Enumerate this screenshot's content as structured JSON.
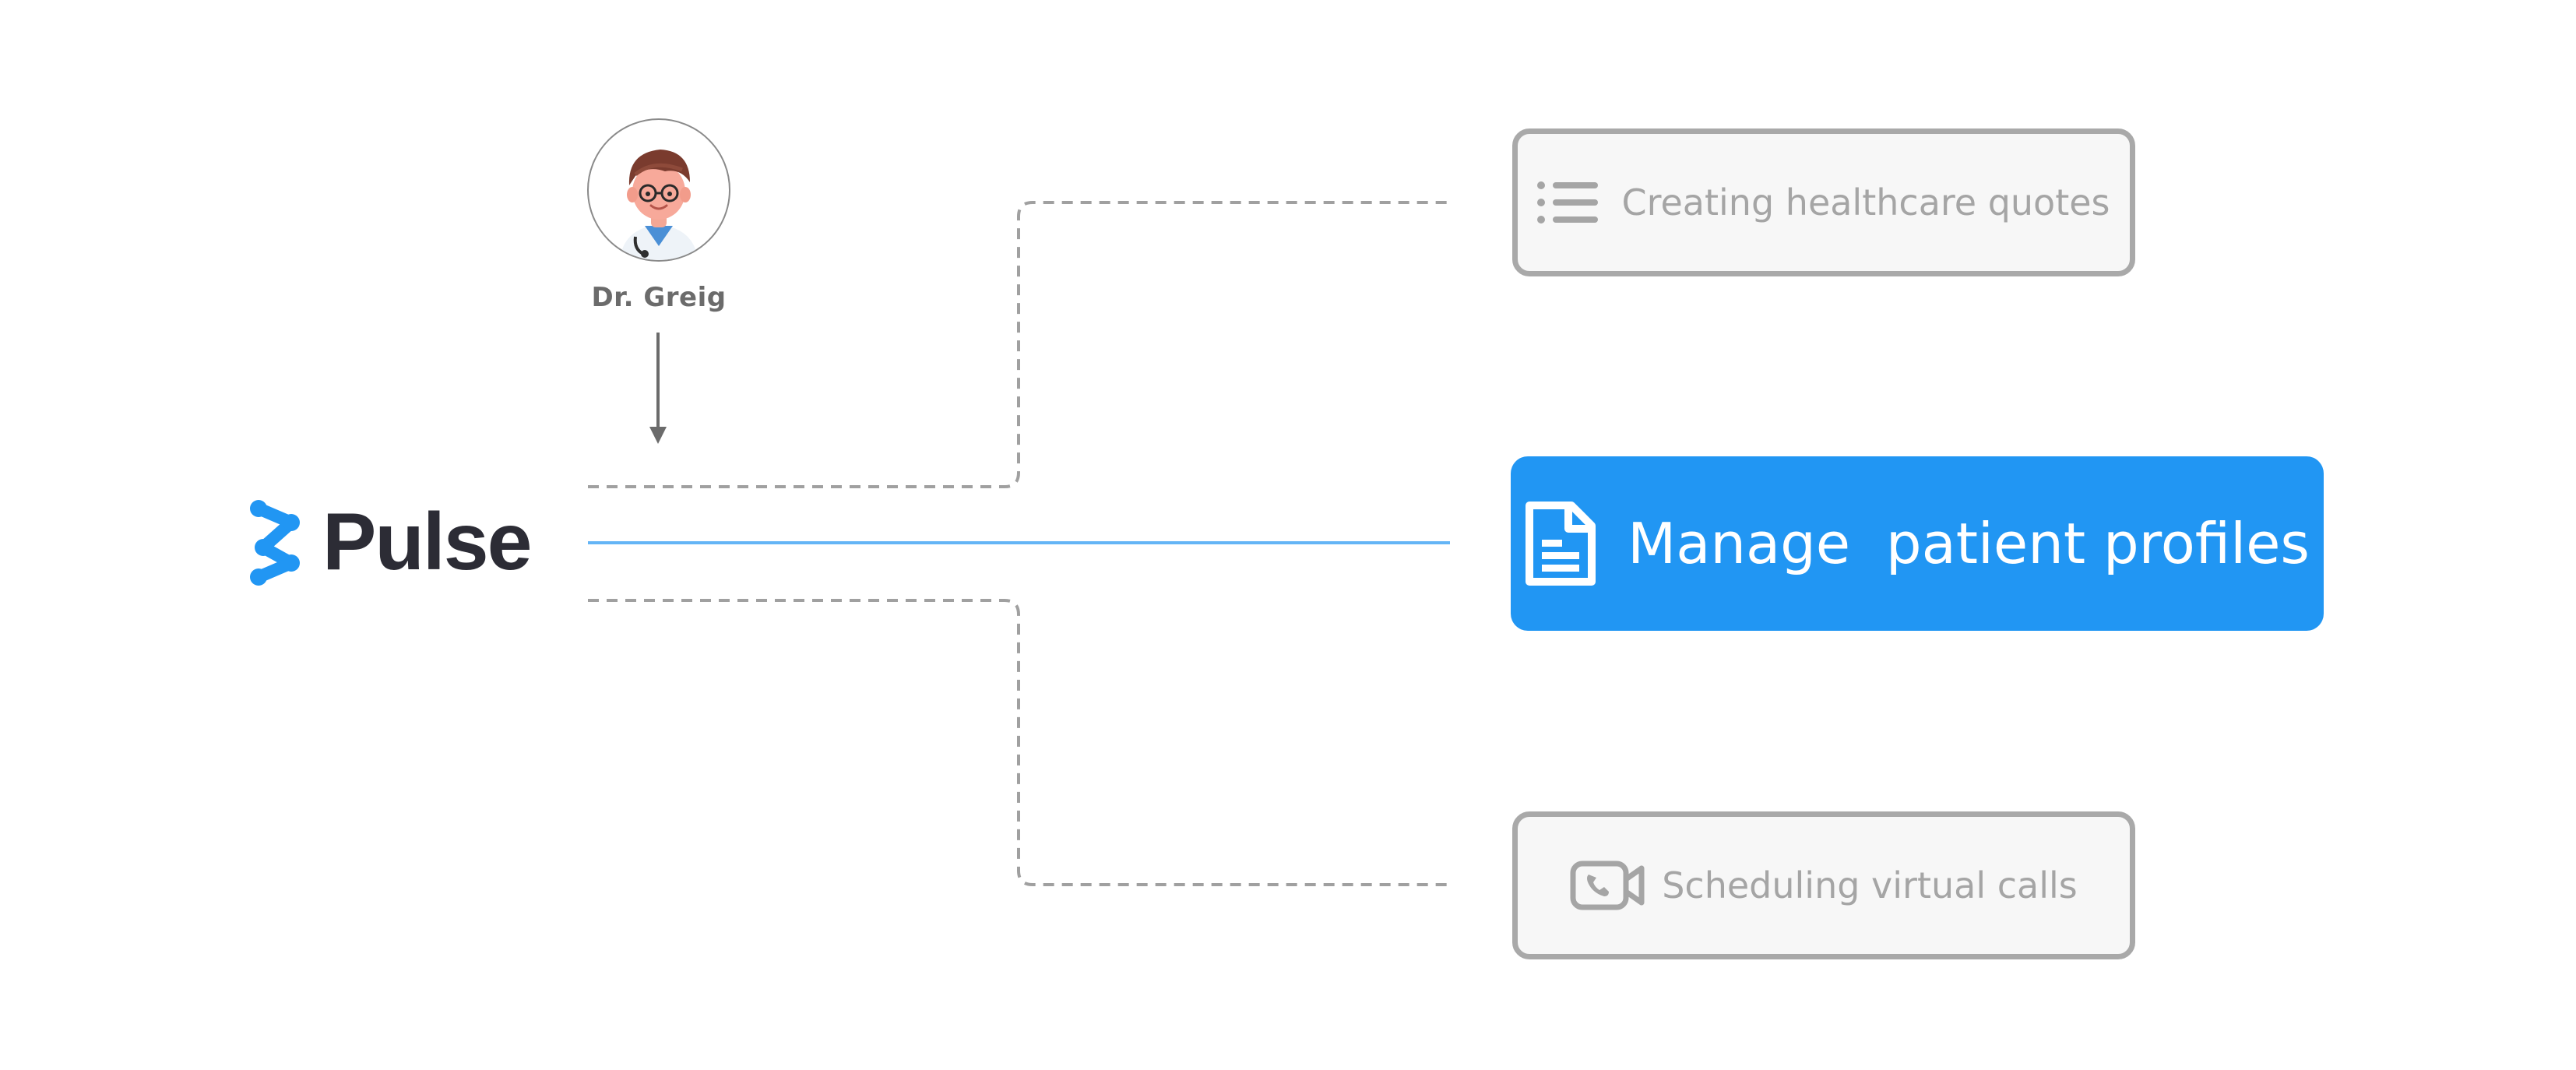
{
  "user": {
    "name": "Dr. Greig",
    "avatar_icon": "doctor-avatar-icon"
  },
  "brand": {
    "name": "Pulse",
    "logo_icon": "pulse-logo-icon",
    "text_color": "#2c2c35",
    "accent_color": "#2196f3"
  },
  "options": {
    "top": {
      "label": "Creating healthcare quotes",
      "icon": "list-icon",
      "state": "inactive"
    },
    "center": {
      "label": "Manage  patient profiles",
      "icon": "document-icon",
      "state": "active"
    },
    "bottom": {
      "label": "Scheduling virtual calls",
      "icon": "video-call-icon",
      "state": "inactive"
    }
  },
  "colors": {
    "active": "#2196f3",
    "inactive_border": "#a9a9a9",
    "inactive_fill": "#f7f7f7",
    "inactive_text": "#a5a5a5",
    "connector_dashed": "#a0a0a0",
    "connector_active": "#64b5f6",
    "arrow": "#6b6b6b"
  }
}
